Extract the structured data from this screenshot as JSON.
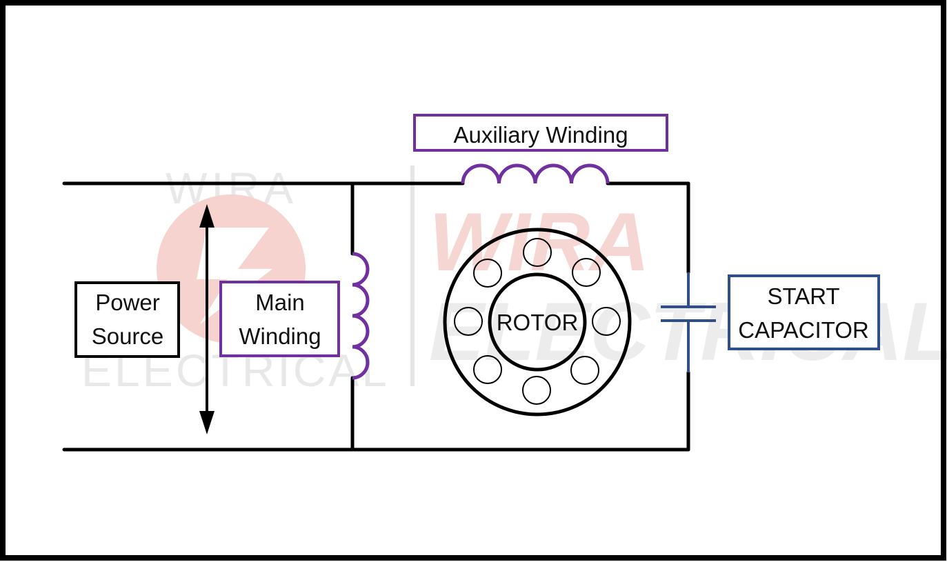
{
  "labels": {
    "power_source": [
      "Power",
      "Source"
    ],
    "main_winding": [
      "Main",
      "Winding"
    ],
    "auxiliary_winding": "Auxiliary Winding",
    "rotor": "ROTOR",
    "start_capacitor": [
      "START",
      "CAPACITOR"
    ]
  },
  "watermark": {
    "top_text": "WIRA",
    "bottom_text": "ELECTRICAL",
    "big_top": "WIRA",
    "big_bottom": "ELECTRICAL"
  },
  "colors": {
    "frame": "#000000",
    "wire": "#000000",
    "winding": "#7030a0",
    "capacitor": "#2f4f8a",
    "watermark_red": "#f3c7c3",
    "watermark_gray": "#e6e6e6"
  }
}
